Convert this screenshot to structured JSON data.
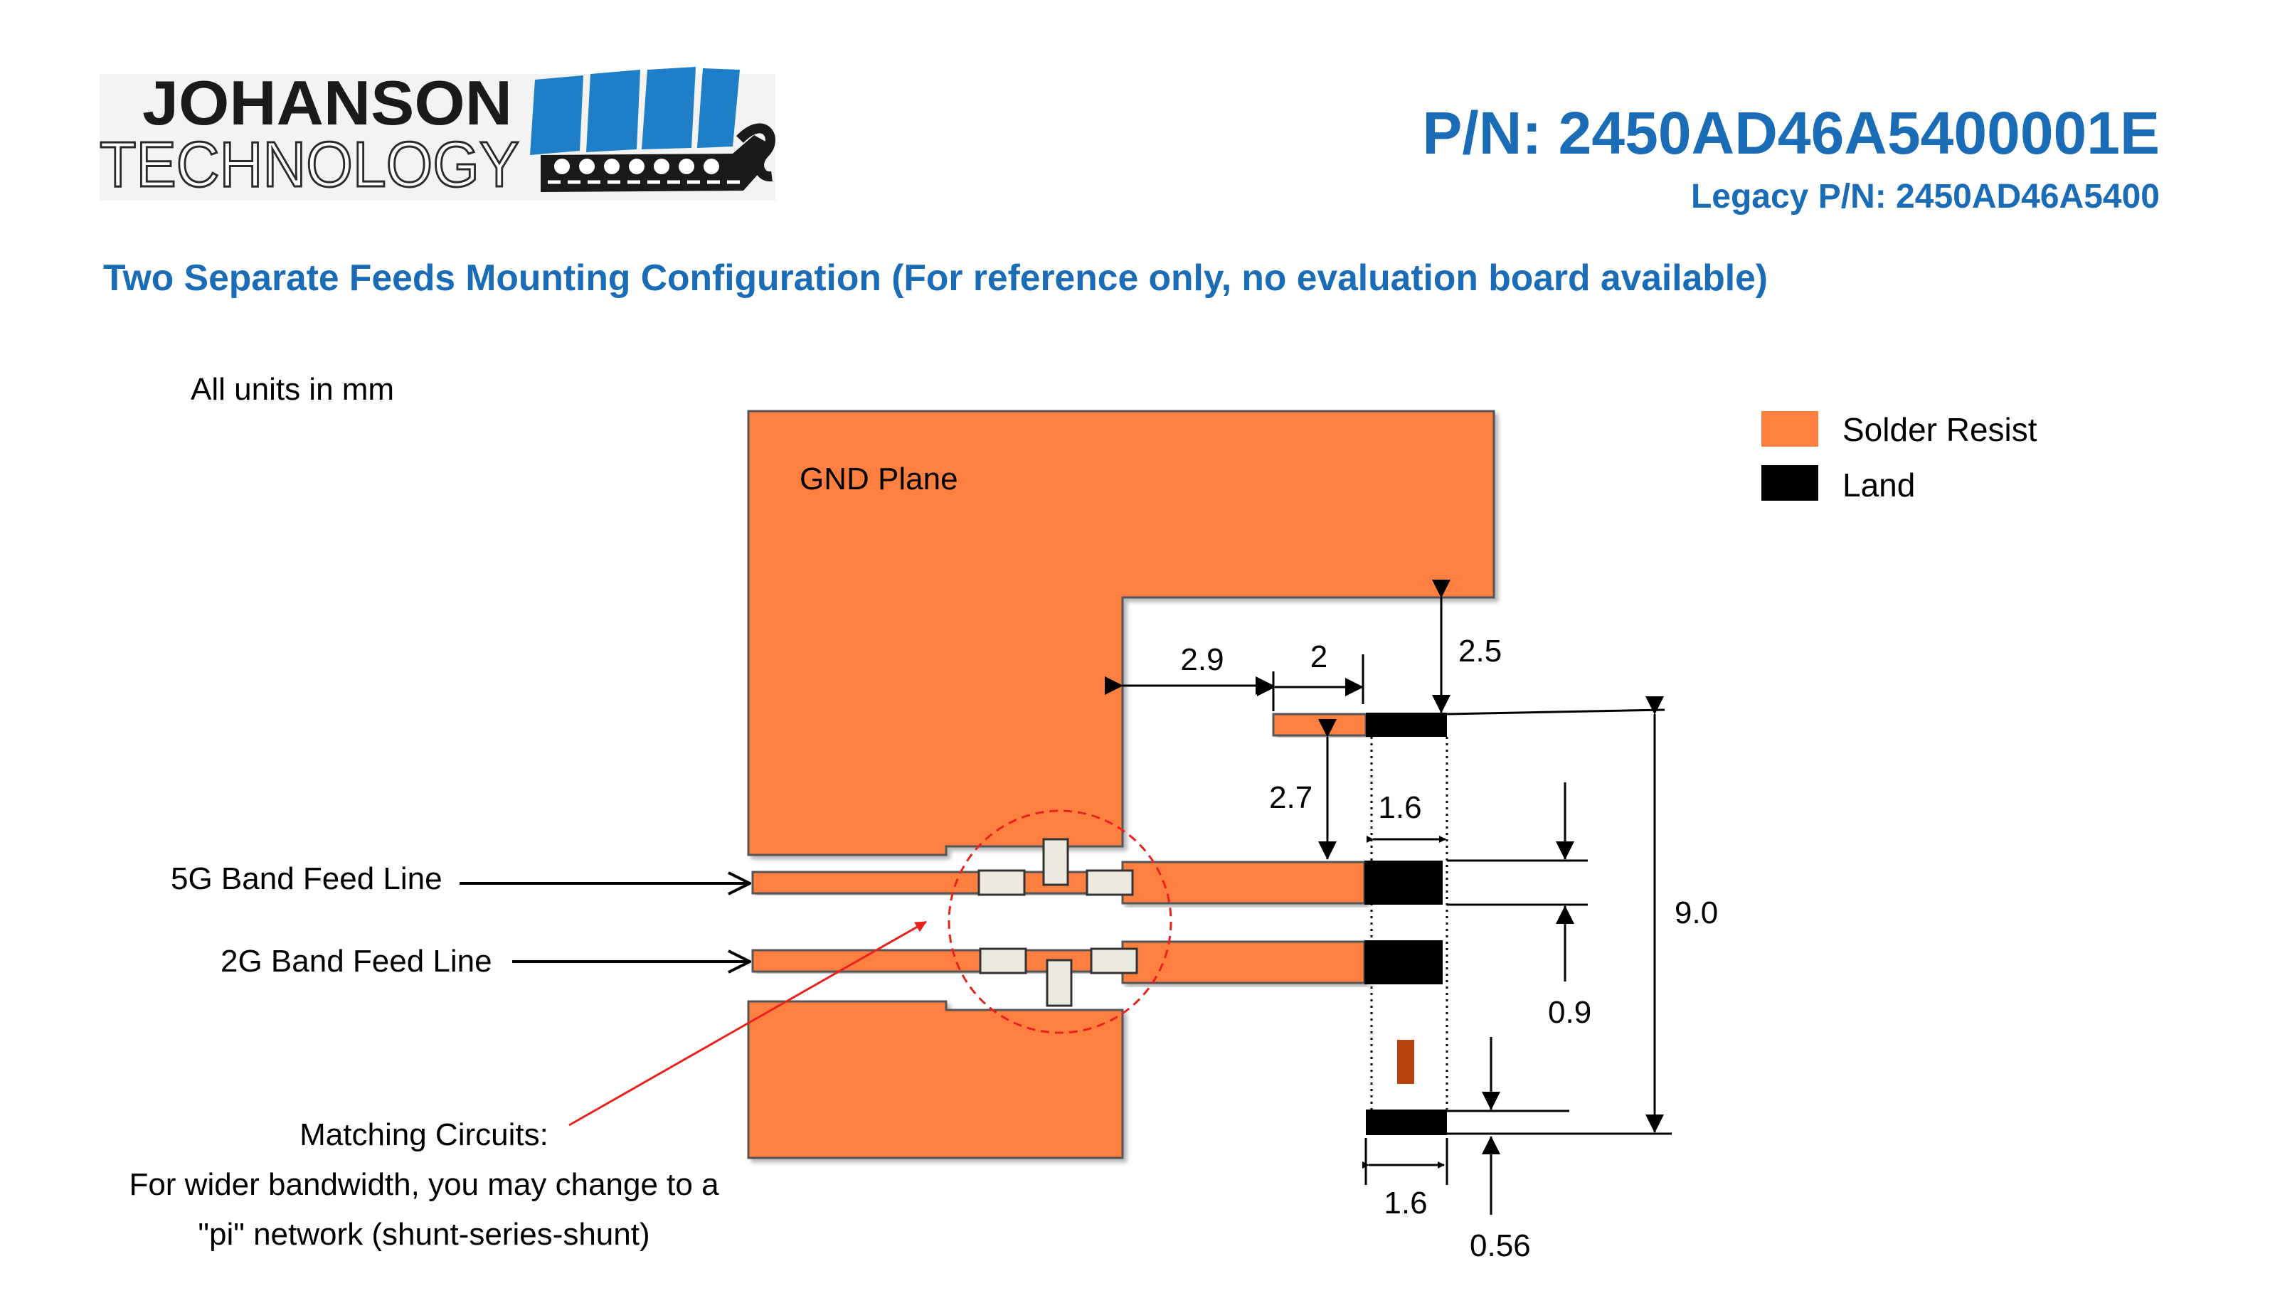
{
  "logo": {
    "line1": "JOHANSON",
    "line2": "TECHNOLOGY"
  },
  "part_number": "P/N: 2450AD46A5400001E",
  "legacy_part_number": "Legacy P/N: 2450AD46A5400",
  "page_title": "Two Separate Feeds Mounting Configuration (For reference only, no evaluation board available)",
  "diagram": {
    "units_note": "All units in mm",
    "gnd_plane_label": "GND Plane",
    "feed_5g_label": "5G Band Feed Line",
    "feed_2g_label": "2G Band Feed Line",
    "matching_line1": "Matching Circuits:",
    "matching_line2": "For wider bandwidth, you may change to a",
    "matching_line3": "\"pi\" network (shunt-series-shunt)",
    "dimensions": {
      "d_2_9": "2.9",
      "d_2": "2",
      "d_2_5": "2.5",
      "d_2_7": "2.7",
      "d_1_6_top": "1.6",
      "d_9_0": "9.0",
      "d_0_9": "0.9",
      "d_1_6_bottom": "1.6",
      "d_0_56": "0.56"
    }
  },
  "legend": {
    "items": [
      {
        "label": "Solder Resist",
        "color": "#ff7f3f"
      },
      {
        "label": "Land",
        "color": "#000000"
      }
    ]
  },
  "colors": {
    "title_blue": "#1a6cb6",
    "solder_resist": "#ff7f3f",
    "land": "#000000",
    "component": "#ece9df",
    "matching_red": "#e8231e",
    "logo_blue": "#1e7fc8"
  }
}
